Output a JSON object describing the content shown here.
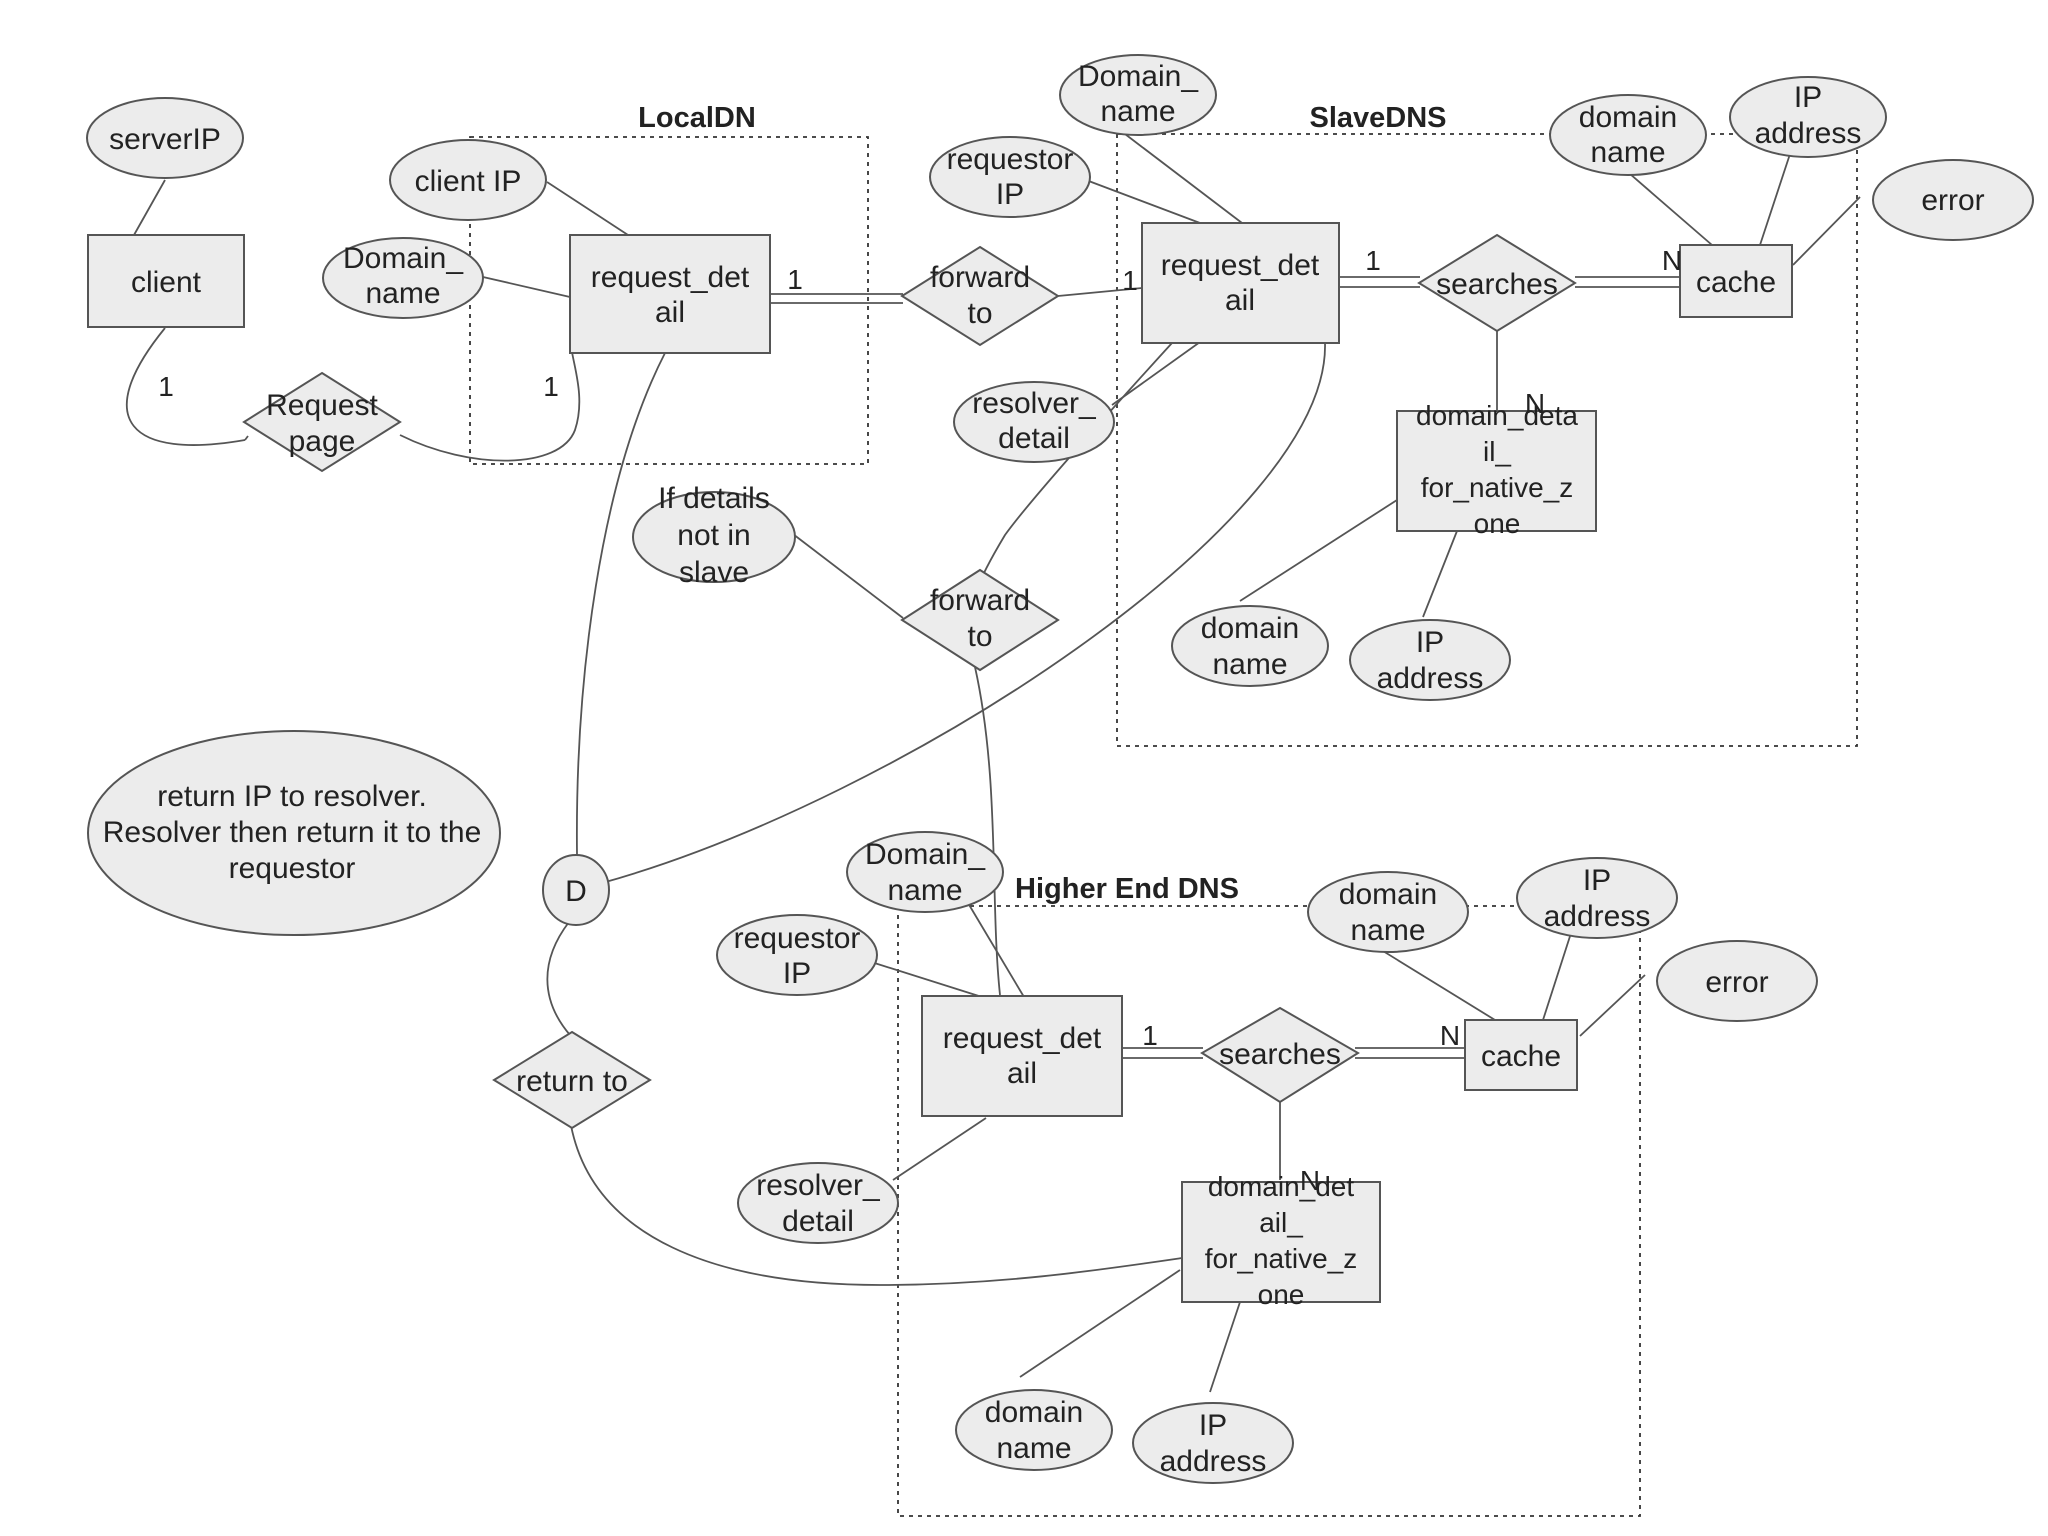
{
  "boundaries": {
    "local": "LocalDN",
    "slave": "SlaveDNS",
    "higher": "Higher End DNS"
  },
  "entities": {
    "client": "client",
    "local_request": [
      "request_det",
      "ail"
    ],
    "slave_request": [
      "request_det",
      "ail"
    ],
    "slave_cache": "cache",
    "slave_domain_detail": [
      "domain_deta",
      "il_",
      "for_native_z",
      "one"
    ],
    "higher_request": [
      "request_det",
      "ail"
    ],
    "higher_cache": "cache",
    "higher_domain_detail": [
      "domain_det",
      "ail_",
      "for_native_z",
      "one"
    ]
  },
  "attributes": {
    "server_ip": "serverIP",
    "local_client_ip": "client IP",
    "local_domain_name": [
      "Domain_",
      "name"
    ],
    "slave_domain_name": [
      "Domain_",
      "name"
    ],
    "slave_requestor_ip": [
      "requestor",
      "IP"
    ],
    "slave_resolver_detail": [
      "resolver_",
      "detail"
    ],
    "slave_cache_domain_name": [
      "domain",
      "name"
    ],
    "slave_cache_ip_address": [
      "IP",
      "address"
    ],
    "slave_error": "error",
    "slave_detail_domain_name": [
      "domain",
      "name"
    ],
    "slave_detail_ip_address": [
      "IP",
      "address"
    ],
    "if_details": [
      "If details",
      "not in",
      "slave"
    ],
    "return_note": [
      "return IP to resolver.",
      "Resolver then return it to the",
      "requestor"
    ],
    "d_node": "D",
    "higher_domain_name": [
      "Domain_",
      "name"
    ],
    "higher_requestor_ip": [
      "requestor",
      "IP"
    ],
    "higher_resolver_detail": [
      "resolver_",
      "detail"
    ],
    "higher_cache_domain_name": [
      "domain",
      "name"
    ],
    "higher_cache_ip_address": [
      "IP",
      "address"
    ],
    "higher_error": "error",
    "higher_detail_domain_name": [
      "domain",
      "name"
    ],
    "higher_detail_ip_address": [
      "IP",
      "address"
    ]
  },
  "relationships": {
    "request_page": [
      "Request",
      "page"
    ],
    "forward_to_slave": [
      "forward",
      "to"
    ],
    "slave_searches": "searches",
    "forward_to_higher": [
      "forward",
      "to"
    ],
    "higher_searches": "searches",
    "return_to": "return to"
  },
  "cardinalities": {
    "client_request": "1",
    "local_request_page": "1",
    "local_forward": "1",
    "slave_forward": "1",
    "slave_searches_left": "1",
    "slave_searches_cache": "N",
    "slave_searches_detail": "N",
    "higher_searches_left": "1",
    "higher_searches_cache": "N",
    "higher_searches_detail": "N"
  }
}
